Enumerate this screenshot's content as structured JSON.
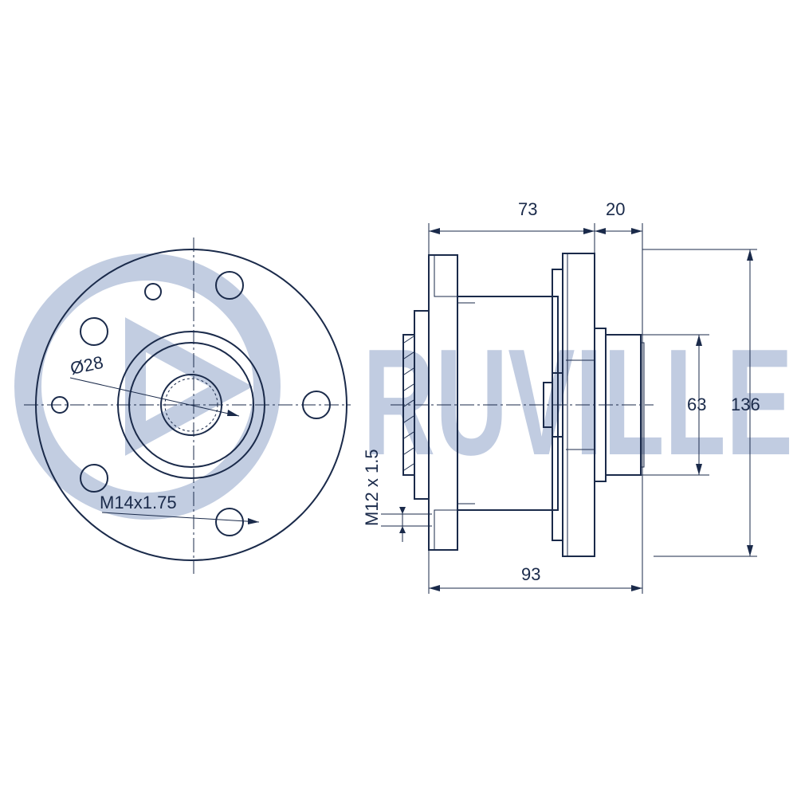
{
  "watermark": {
    "text": "RUVILLE",
    "color": "#b7c4dc"
  },
  "dimensions": {
    "bore_diameter": "Ø28",
    "wheel_bolt_thread": "M14x1.75",
    "axle_thread": "M12 x 1.5",
    "width_73": "73",
    "width_20": "20",
    "width_93": "93",
    "spigot_63": "63",
    "flange_136": "136"
  },
  "colors": {
    "line": "#1a2a4a",
    "background": "#ffffff"
  }
}
